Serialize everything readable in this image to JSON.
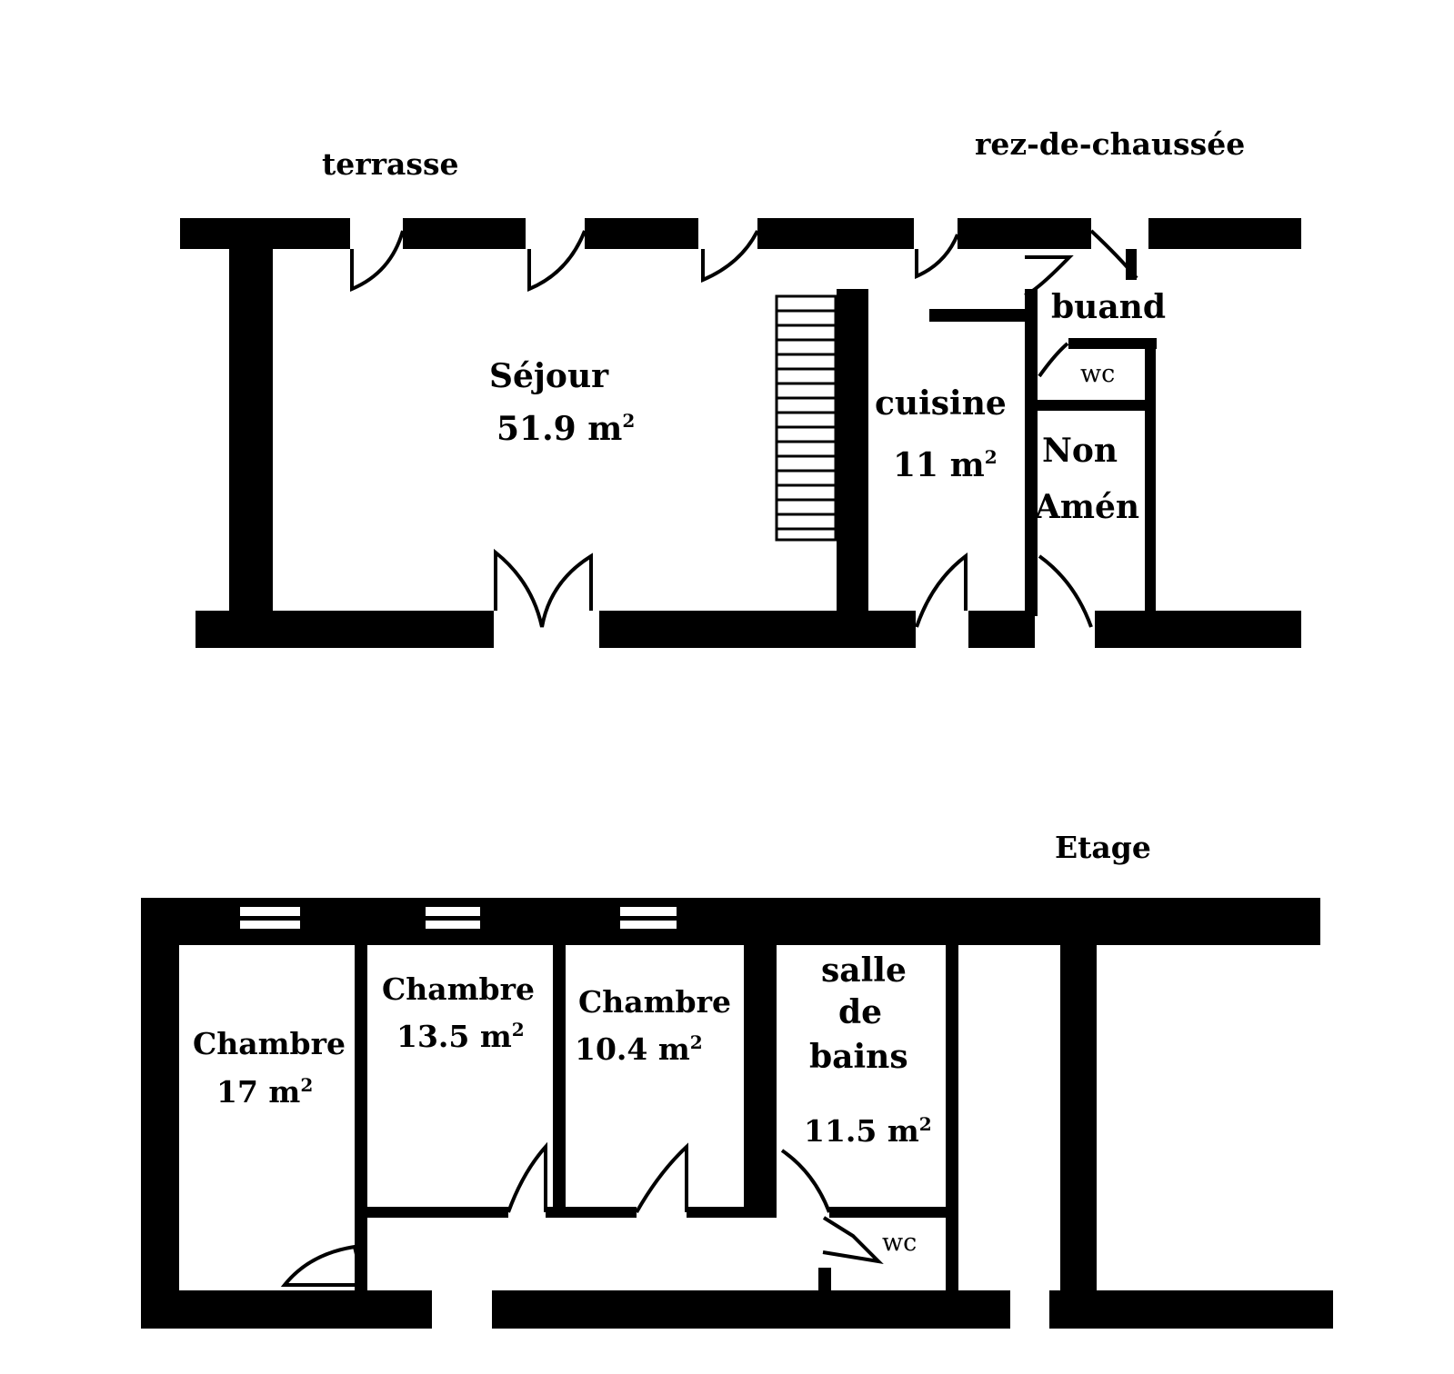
{
  "ground_floor": {
    "title": "rez-de-chaussée",
    "terrace_label": "terrasse",
    "rooms": {
      "sejour": {
        "name": "Séjour",
        "area": "51.9 m",
        "unit_sup": "2"
      },
      "cuisine": {
        "name": "cuisine",
        "area": "11 m",
        "unit_sup": "2"
      },
      "buanderie": {
        "name": "buand"
      },
      "wc": {
        "name": "wc"
      },
      "non_amenage": {
        "line1": "Non",
        "line2": "Amén"
      }
    }
  },
  "upper_floor": {
    "title": "Etage",
    "rooms": {
      "chambre_1": {
        "name": "Chambre",
        "area": "17 m",
        "unit_sup": "2"
      },
      "chambre_2": {
        "name": "Chambre",
        "area": "13.5 m",
        "unit_sup": "2"
      },
      "chambre_3": {
        "name": "Chambre",
        "area": "10.4 m",
        "unit_sup": "2"
      },
      "salle_de_bains": {
        "line1": "salle",
        "line2": "de",
        "line3": "bains",
        "area": "11.5 m",
        "unit_sup": "2"
      },
      "wc": {
        "name": "wc"
      }
    }
  }
}
